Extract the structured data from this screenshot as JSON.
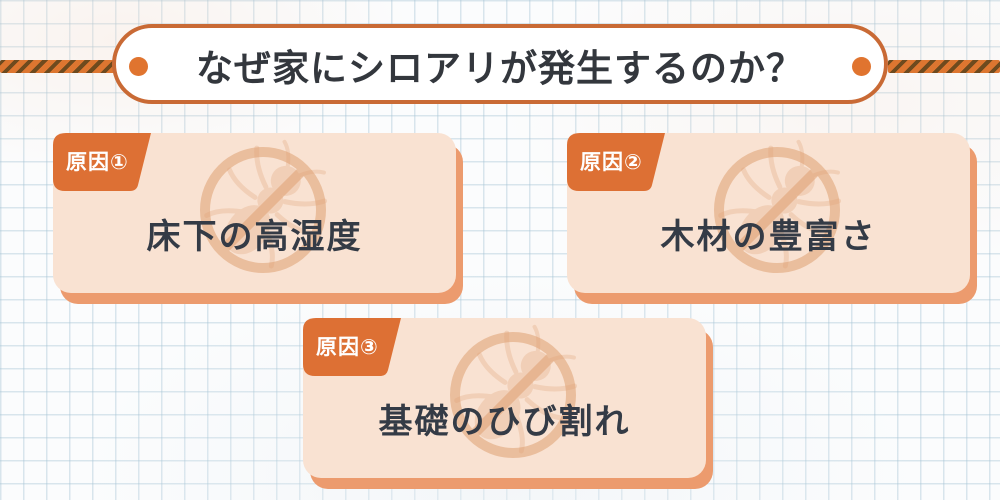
{
  "header": {
    "title": "なぜ家にシロアリが発生するのか？"
  },
  "cards": [
    {
      "label": "原因①",
      "text": "床下の高湿度"
    },
    {
      "label": "原因②",
      "text": "木材の豊富さ"
    },
    {
      "label": "原因③",
      "text": "基礎のひび割れ"
    }
  ],
  "colors": {
    "accent_orange": "#dd7034",
    "banner_border": "#c96a35",
    "banner_dot": "#e0742f",
    "card_background": "#f9e2d2",
    "card_shadow": "#ec9b6e",
    "card_text": "#343b46",
    "title_text": "#33373d",
    "rope_orange": "#dd7630",
    "rope_dark": "#6e4a1e",
    "watermark_tint": "#dfa173",
    "grid_line": "#a4c3d4"
  },
  "icons": {
    "watermark": "no-termite-prohibition-icon",
    "rope": "rope-divider"
  }
}
